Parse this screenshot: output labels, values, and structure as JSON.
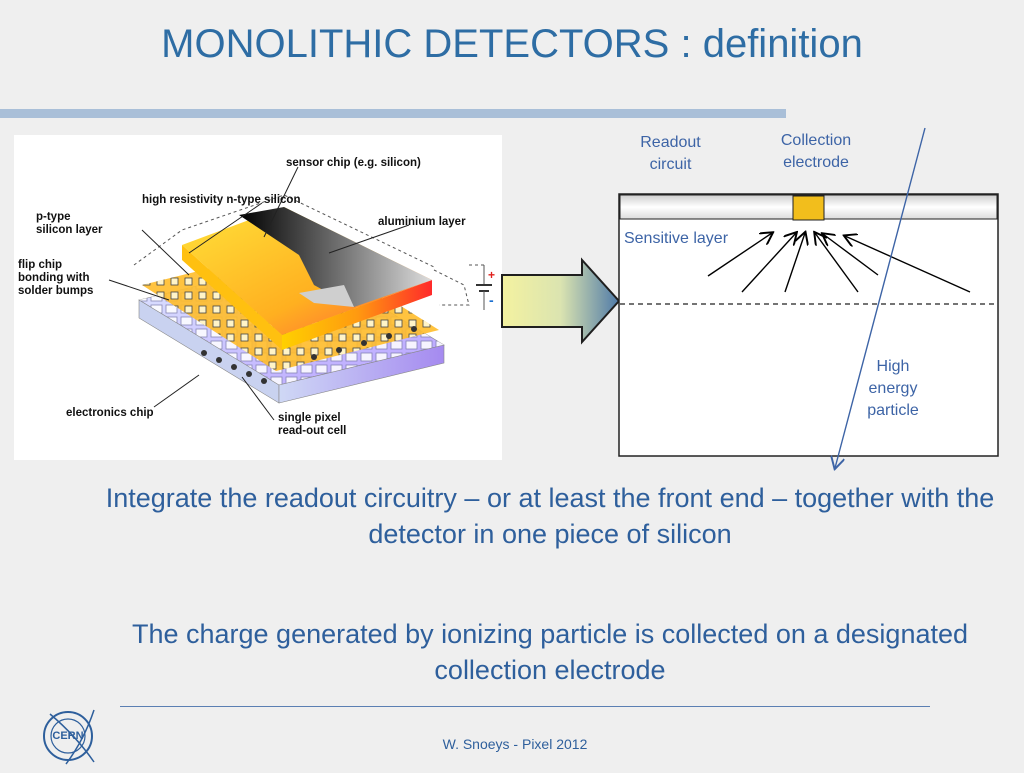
{
  "slide": {
    "title": "MONOLITHIC DETECTORS : definition",
    "paragraph1": "Integrate the readout circuitry – or at least the front end – together with the detector in one piece of silicon",
    "paragraph2": "The charge generated by ionizing particle is collected on a designated collection electrode",
    "footer": "W. Snoeys - Pixel 2012",
    "logo_text": "CERN"
  },
  "hybrid_figure": {
    "labels": {
      "sensor_chip": "sensor chip (e.g. silicon)",
      "high_res": "high resistivity n-type silicon",
      "p_type": "p-type\nsilicon layer",
      "aluminium": "aluminium layer",
      "flip_chip": "flip chip\nbonding with\nsolder bumps",
      "electronics_chip": "electronics chip",
      "single_pixel": "single pixel\nread-out cell",
      "plus": "+",
      "minus": "-"
    }
  },
  "monolithic_figure": {
    "labels": {
      "readout_circuit": "Readout\ncircuit",
      "collection_electrode": "Collection\nelectrode",
      "sensitive_layer": "Sensitive layer",
      "particle": "High\nenergy\nparticle"
    }
  },
  "colors": {
    "title": "#2e6da4",
    "text": "#2e5f9c",
    "accent_rule": "#a9bfd8",
    "electrode": "#f2be1c",
    "label_blue": "#3d64a6"
  }
}
